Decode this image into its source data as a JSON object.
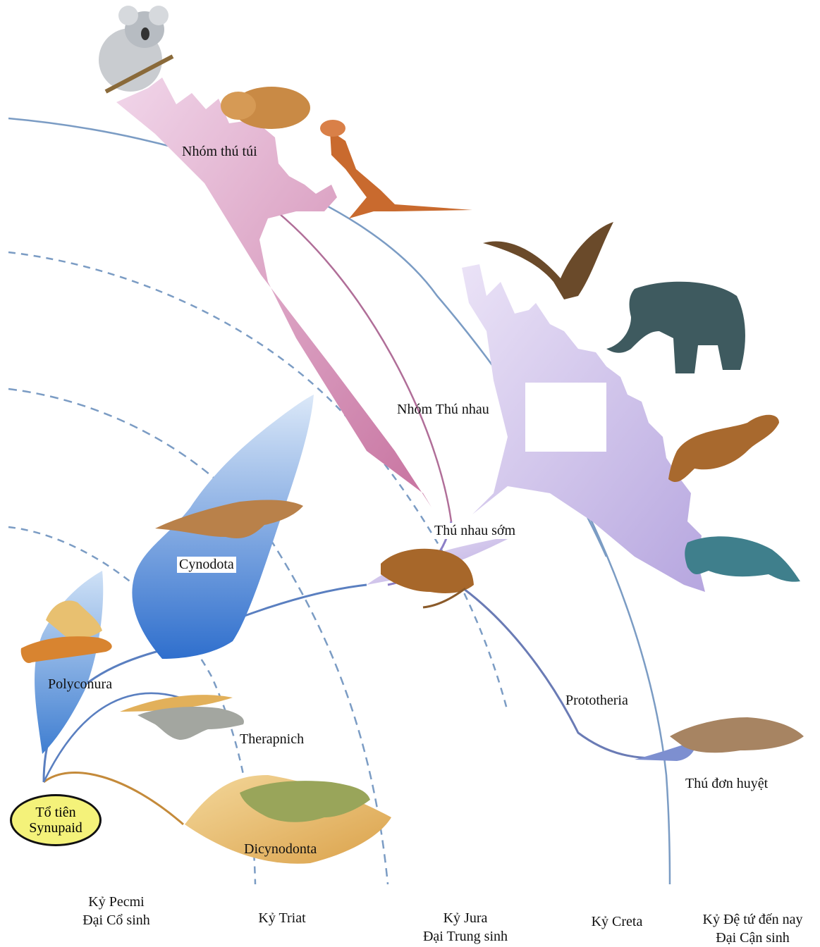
{
  "colors": {
    "timeline": "#7b9cc4",
    "marsupial_fan": "#d89cc6",
    "placental_fan": "#c9b8e8",
    "cynodont_fan": "#5b8fd6",
    "dicynodont_fan": "#e2b05a",
    "root_fill": "#f4f27a"
  },
  "root": {
    "line1": "Tổ tiên",
    "line2": "Synupaid"
  },
  "clades": {
    "marsupials": "Nhóm thú túi",
    "placentals": "Nhóm Thú nhau",
    "early_placentals": "Thú nhau sớm",
    "cynodonts": "Cynodota",
    "polyconura": "Polyconura",
    "therapsids": "Therapnich",
    "dicynodonts": "Dicynodonta",
    "prototheria": "Prototheria",
    "monotremes": "Thú đơn huyệt"
  },
  "animals": [
    {
      "name": "koala",
      "icon": "koala-icon"
    },
    {
      "name": "wombat",
      "icon": "wombat-icon"
    },
    {
      "name": "kangaroo",
      "icon": "kangaroo-icon"
    },
    {
      "name": "bat",
      "icon": "bat-icon"
    },
    {
      "name": "elephant",
      "icon": "elephant-icon"
    },
    {
      "name": "ferret",
      "icon": "ferret-icon"
    },
    {
      "name": "manatee",
      "icon": "manatee-icon"
    },
    {
      "name": "shrew",
      "icon": "shrew-icon"
    },
    {
      "name": "platypus",
      "icon": "platypus-icon"
    },
    {
      "name": "cynodont",
      "icon": "cynodont-icon"
    },
    {
      "name": "dimetrodon",
      "icon": "dimetrodon-icon"
    },
    {
      "name": "therapsid",
      "icon": "therapsid-icon"
    },
    {
      "name": "dicynodont",
      "icon": "dicynodont-icon"
    }
  ],
  "periods": [
    {
      "line1": "Kỷ Pecmi",
      "line2": "Đại Cổ sinh"
    },
    {
      "line1": "Kỷ Triat",
      "line2": ""
    },
    {
      "line1": "Kỷ Jura",
      "line2": "Đại Trung sinh"
    },
    {
      "line1": "Kỷ Creta",
      "line2": ""
    },
    {
      "line1": "Kỷ Đệ tứ đến nay",
      "line2": "Đại Cận sinh"
    }
  ]
}
